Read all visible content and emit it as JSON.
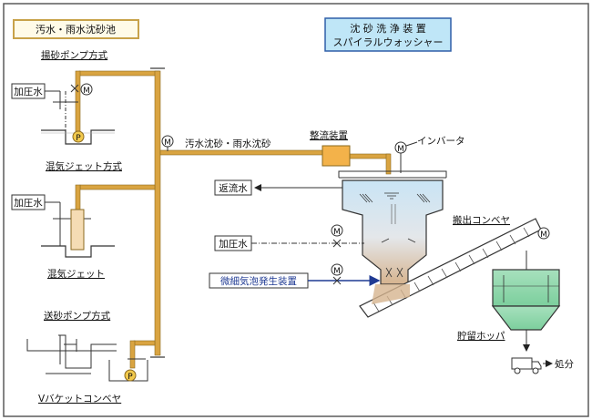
{
  "title": "汚水・雨水沈砂池",
  "equipment_title": {
    "line1": "沈 砂 洗 浄 装 置",
    "line2": "スパイラルウォッシャー"
  },
  "labels": {
    "lift_pump_method": "揚砂ポンプ方式",
    "air_jet_method": "混気ジェット方式",
    "air_jet": "混気ジェット",
    "transfer_pump_method": "送砂ポンプ方式",
    "v_bucket": "Vバケットコンベヤ",
    "pressurized_water_1": "加圧水",
    "pressurized_water_2": "加圧水",
    "pressurized_water_3": "加圧水",
    "sewage_sand": "汚水沈砂・雨水沈砂",
    "rectifier": "整流装置",
    "inverter": "インバータ",
    "return_water": "返流水",
    "discharge_conveyor": "搬出コンベヤ",
    "microbubble": "微細気泡発生装置",
    "storage_hopper": "貯留ホッパ",
    "disposal": "処分"
  },
  "symbols": {
    "motor": "M",
    "pump": "P"
  },
  "colors": {
    "frame": "#5b5b5b",
    "title_border": "#c8a24a",
    "pipe": "#d9a441",
    "pipe_edge": "#8b6a1f",
    "equip_title_bg": "#bfe6f7",
    "equip_title_border": "#2f5fa8",
    "rectifier_box": "#f3b24a",
    "tank_water": "#cfe6f4",
    "tank_sand": "#d8c0a0",
    "hopper": "#9fdcb4",
    "blue_line": "#1f3a93"
  }
}
